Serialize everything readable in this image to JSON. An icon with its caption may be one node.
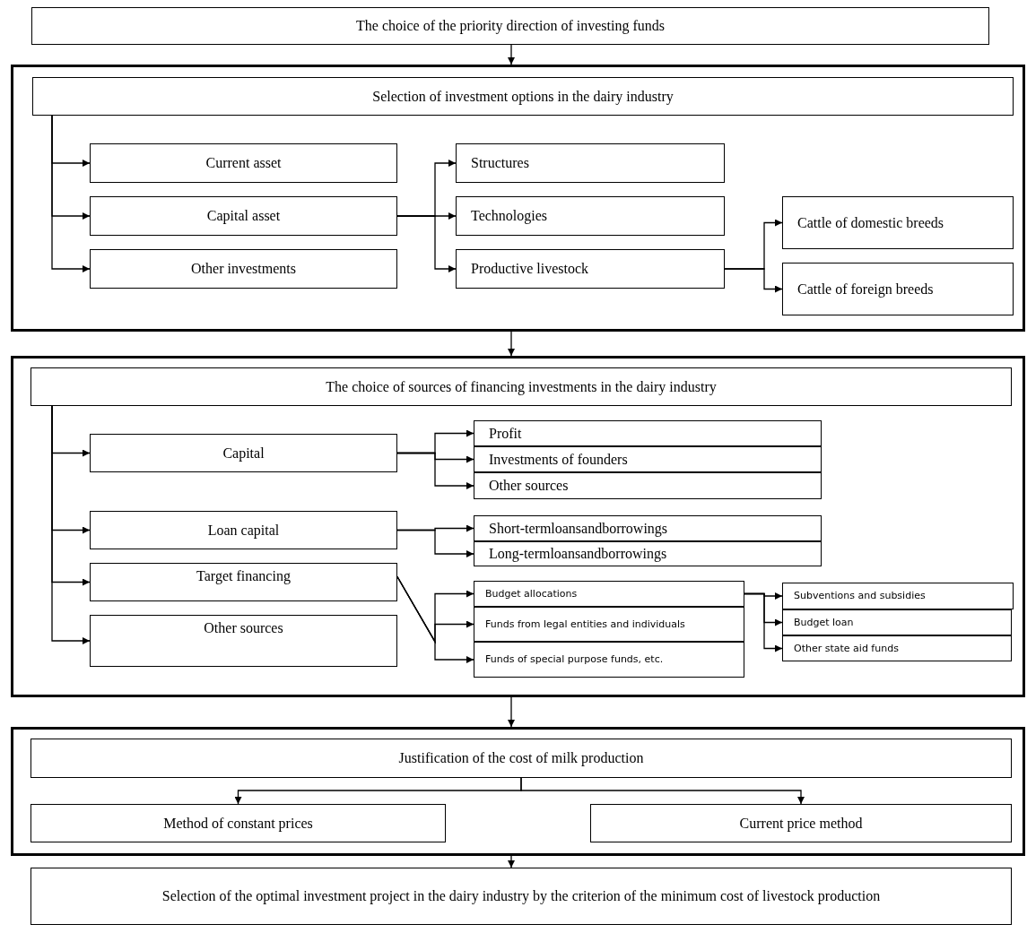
{
  "diagram": {
    "nodes": [
      {
        "text": [
          "The choice of the priority direction of investing funds"
        ]
      },
      {
        "text": [],
        "shape": "box"
      },
      {
        "text": [
          "Selection of investment options in the dairy industry"
        ],
        "in": 1
      },
      {
        "text": [
          "Current asset"
        ],
        "in": 1
      },
      {
        "text": [
          "Capital asset"
        ],
        "in": 1
      },
      {
        "text": [
          "Other investments"
        ],
        "in": 1
      },
      {
        "text": [
          "Structures"
        ],
        "in": 1
      },
      {
        "text": [
          "Technologies"
        ],
        "in": 1
      },
      {
        "text": [
          "Productive livestock"
        ],
        "in": 1
      },
      {
        "text": [
          "Cattle of domestic breeds"
        ],
        "in": 1
      },
      {
        "text": [
          "Cattle of foreign breeds"
        ],
        "in": 1
      },
      {
        "text": [],
        "shape": "box"
      },
      {
        "text": [
          "The choice of sources of financing investments in the dairy industry"
        ],
        "in": 11
      },
      {
        "text": [
          "Capital"
        ],
        "in": 11
      },
      {
        "text": [
          "Loan capital"
        ],
        "in": 11
      },
      {
        "text": [
          "Target financing"
        ],
        "in": 11
      },
      {
        "text": [
          "Other sources"
        ],
        "in": 11
      },
      {
        "text": [
          "Profit"
        ],
        "in": 11
      },
      {
        "text": [
          "Investments of founders"
        ],
        "in": 11
      },
      {
        "text": [
          "Other sources"
        ],
        "in": 11
      },
      {
        "text": [
          "Short-termloansandborrowings"
        ],
        "in": 11
      },
      {
        "text": [
          "Long-termloansandborrowings"
        ],
        "in": 11
      },
      {
        "text": [
          "Budget allocations"
        ],
        "in": 11
      },
      {
        "text": [
          "Funds from legal entities and individuals"
        ],
        "in": 11
      },
      {
        "text": [
          "Funds of special purpose funds, etc."
        ],
        "in": 11
      },
      {
        "text": [
          "Subventions and subsidies"
        ],
        "in": 11
      },
      {
        "text": [
          "Budget loan"
        ],
        "in": 11
      },
      {
        "text": [
          "Other state aid funds"
        ],
        "in": 11
      },
      {
        "text": [],
        "shape": "box"
      },
      {
        "text": [
          "Justification of the cost of milk production"
        ],
        "in": 28
      },
      {
        "text": [
          "Method of constant prices"
        ],
        "in": 28
      },
      {
        "text": [
          "Current price method"
        ],
        "in": 28
      },
      {
        "text": [
          "Selection of the optimal investment project in the dairy industry by the criterion of the minimum cost of livestock production"
        ]
      }
    ],
    "edges": [
      {
        "from": 0,
        "to": 1,
        "arrow": "to"
      },
      {
        "from": 2,
        "to": 3,
        "arrow": "to"
      },
      {
        "from": 2,
        "to": 4,
        "arrow": "to"
      },
      {
        "from": 2,
        "to": 5,
        "arrow": "to"
      },
      {
        "from": 4,
        "to": 6,
        "arrow": "to"
      },
      {
        "from": 4,
        "to": 7,
        "arrow": "to"
      },
      {
        "from": 4,
        "to": 8,
        "arrow": "to"
      },
      {
        "from": 8,
        "to": 9,
        "arrow": "to"
      },
      {
        "from": 8,
        "to": 10,
        "arrow": "to"
      },
      {
        "from": 1,
        "to": 11,
        "arrow": "to"
      },
      {
        "from": 12,
        "to": 13,
        "arrow": "to"
      },
      {
        "from": 12,
        "to": 14,
        "arrow": "to"
      },
      {
        "from": 12,
        "to": 15,
        "arrow": "to"
      },
      {
        "from": 12,
        "to": 16,
        "arrow": "to"
      },
      {
        "from": 13,
        "to": 17,
        "arrow": "to"
      },
      {
        "from": 13,
        "to": 18,
        "arrow": "to"
      },
      {
        "from": 13,
        "to": 19,
        "arrow": "to"
      },
      {
        "from": 14,
        "to": 20,
        "arrow": "to"
      },
      {
        "from": 14,
        "to": 21,
        "arrow": "to"
      },
      {
        "from": 15,
        "to": 22,
        "arrow": "to"
      },
      {
        "from": 15,
        "to": 23,
        "arrow": "to"
      },
      {
        "from": 15,
        "to": 24,
        "arrow": "to"
      },
      {
        "from": 22,
        "to": 25,
        "arrow": "to"
      },
      {
        "from": 22,
        "to": 26,
        "arrow": "to"
      },
      {
        "from": 22,
        "to": 27,
        "arrow": "to"
      },
      {
        "from": 11,
        "to": 28,
        "arrow": "to"
      },
      {
        "from": 29,
        "to": 30,
        "arrow": "to"
      },
      {
        "from": 29,
        "to": 31,
        "arrow": "to"
      },
      {
        "from": 28,
        "to": 32,
        "arrow": "to"
      }
    ]
  }
}
